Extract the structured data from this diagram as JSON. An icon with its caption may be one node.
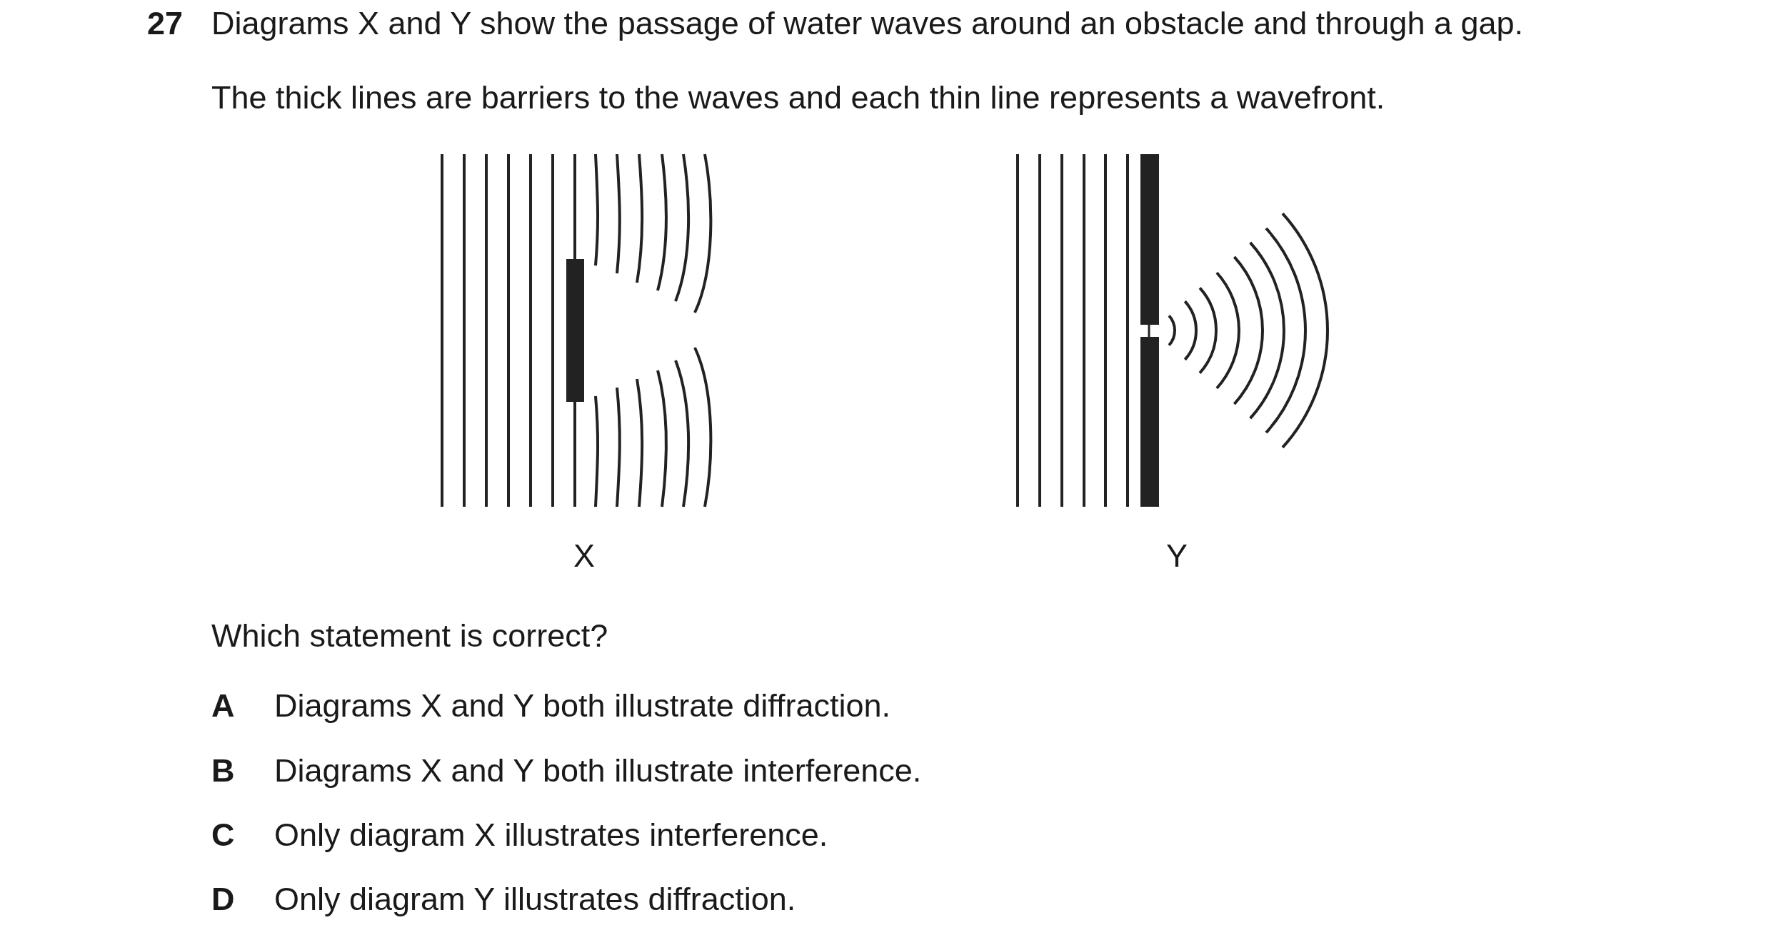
{
  "diagram": {
    "labels": [
      "27",
      "Diagrams X and Y show the passage of water waves around an obstacle and through a gap.",
      "The thick lines are barriers to the waves and each thin line represents a wavefront.",
      "X",
      "Y",
      "Which statement is correct?",
      "A",
      "Diagrams X and Y both illustrate diffraction.",
      "B",
      "Diagrams X and Y both illustrate interference.",
      "C",
      "Only diagram X illustrates interference.",
      "D",
      "Only diagram Y illustrates diffraction."
    ]
  }
}
